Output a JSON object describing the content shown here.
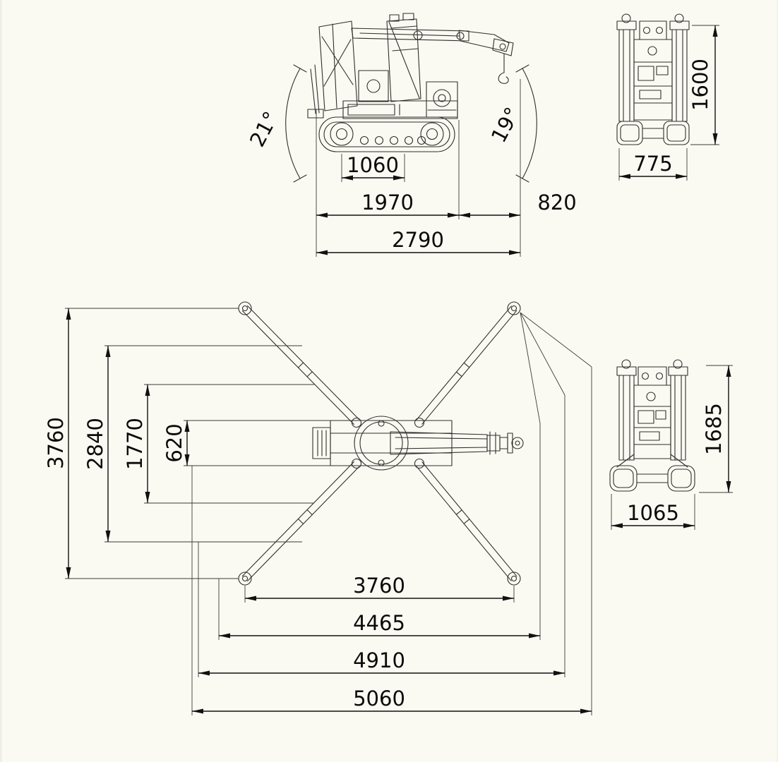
{
  "side_view": {
    "angle_front": "21°",
    "angle_rear": "19°",
    "track_length": "1060",
    "chassis_length": "1970",
    "jib_overhang": "820",
    "overall_length": "2790"
  },
  "rear_view_stowed": {
    "overall_height": "1600",
    "overall_width": "775"
  },
  "plan_view": {
    "vertical_span_feet": "3760",
    "vertical_span_mid": "2840",
    "vertical_span_inner": "1770",
    "track_width": "620",
    "horizontal_span_feet": "3760",
    "horizontal_span_mid": "4465",
    "horizontal_span_outer": "4910",
    "horizontal_span_max": "5060"
  },
  "rear_view_outriggers": {
    "overall_height": "1685",
    "overall_width": "1065"
  }
}
